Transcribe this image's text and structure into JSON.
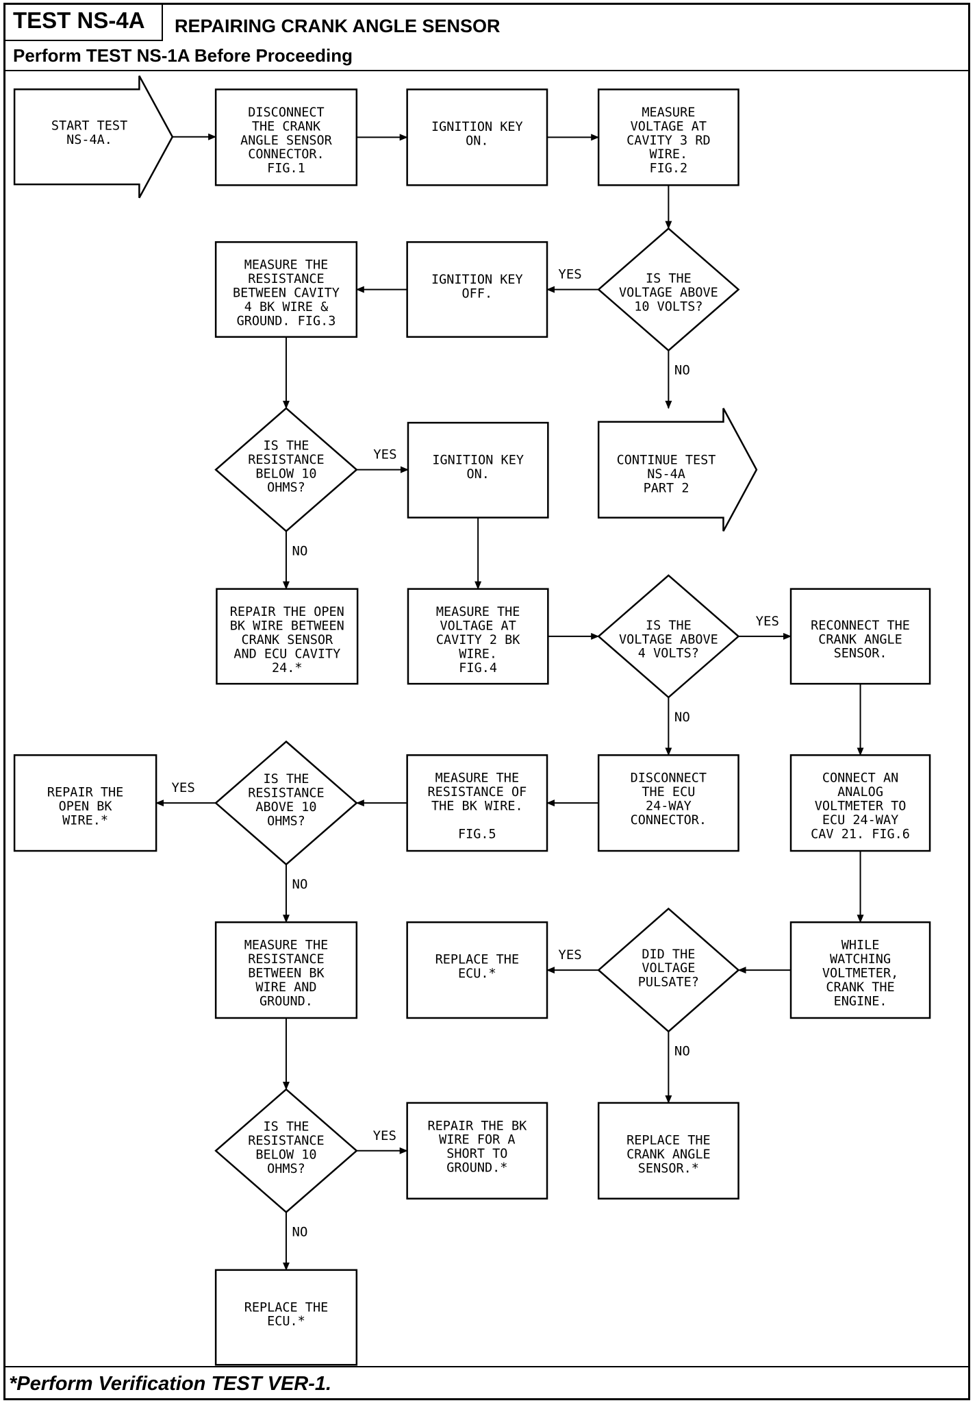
{
  "header": {
    "test_id": "TEST NS-4A",
    "title": "REPAIRING CRANK ANGLE SENSOR",
    "subtitle": "Perform TEST NS-1A Before Proceeding"
  },
  "footer": {
    "note": "*Perform Verification TEST VER-1."
  },
  "nodes": [
    {
      "id": "start",
      "shape": "arrow",
      "lines": [
        "START TEST",
        "NS-4A."
      ]
    },
    {
      "id": "disconnect-sensor",
      "shape": "box",
      "lines": [
        "DISCONNECT",
        "THE CRANK",
        "ANGLE SENSOR",
        "CONNECTOR.",
        "FIG.1"
      ]
    },
    {
      "id": "ign-on-1",
      "shape": "box",
      "lines": [
        "IGNITION KEY",
        "ON."
      ]
    },
    {
      "id": "measure-cav3",
      "shape": "box",
      "lines": [
        "MEASURE",
        "VOLTAGE AT",
        "CAVITY 3 RD",
        "WIRE.",
        "FIG.2"
      ]
    },
    {
      "id": "q-10v",
      "shape": "diamond",
      "lines": [
        "IS THE",
        "VOLTAGE ABOVE",
        "10 VOLTS?"
      ]
    },
    {
      "id": "ign-off",
      "shape": "box",
      "lines": [
        "IGNITION KEY",
        "OFF."
      ]
    },
    {
      "id": "measure-res-cav4",
      "shape": "box",
      "lines": [
        "MEASURE THE",
        "RESISTANCE",
        "BETWEEN CAVITY",
        "4 BK WIRE &",
        "GROUND. FIG.3"
      ]
    },
    {
      "id": "continue",
      "shape": "arrow",
      "lines": [
        "CONTINUE TEST",
        "NS-4A",
        "PART 2"
      ]
    },
    {
      "id": "q-res-1",
      "shape": "diamond",
      "lines": [
        "IS THE",
        "RESISTANCE",
        "BELOW 10",
        "OHMS?"
      ]
    },
    {
      "id": "ign-on-2",
      "shape": "box",
      "lines": [
        "IGNITION KEY",
        "ON."
      ]
    },
    {
      "id": "repair-open-1",
      "shape": "box",
      "lines": [
        "REPAIR THE OPEN",
        "BK WIRE BETWEEN",
        "CRANK SENSOR",
        "AND ECU CAVITY",
        "24.*"
      ]
    },
    {
      "id": "measure-cav2",
      "shape": "box",
      "lines": [
        "MEASURE THE",
        "VOLTAGE AT",
        "CAVITY 2 BK",
        "WIRE.",
        "FIG.4"
      ]
    },
    {
      "id": "q-4v",
      "shape": "diamond",
      "lines": [
        "IS THE",
        "VOLTAGE ABOVE",
        "4 VOLTS?"
      ]
    },
    {
      "id": "reconnect",
      "shape": "box",
      "lines": [
        "RECONNECT THE",
        "CRANK ANGLE",
        "SENSOR."
      ]
    },
    {
      "id": "repair-open-2",
      "shape": "box",
      "lines": [
        "REPAIR THE",
        "OPEN BK",
        "WIRE.*"
      ]
    },
    {
      "id": "q-res-above",
      "shape": "diamond",
      "lines": [
        "IS THE",
        "RESISTANCE",
        "ABOVE 10",
        "OHMS?"
      ]
    },
    {
      "id": "measure-bk-res",
      "shape": "box",
      "lines": [
        "MEASURE THE",
        "RESISTANCE OF",
        "THE BK WIRE.",
        "",
        "FIG.5"
      ]
    },
    {
      "id": "disconnect-ecu",
      "shape": "box",
      "lines": [
        "DISCONNECT",
        "THE ECU",
        "24-WAY",
        "CONNECTOR."
      ]
    },
    {
      "id": "connect-voltmeter",
      "shape": "box",
      "lines": [
        "CONNECT AN",
        "ANALOG",
        "VOLTMETER TO",
        "ECU 24-WAY",
        "CAV 21. FIG.6"
      ]
    },
    {
      "id": "measure-res-gnd",
      "shape": "box",
      "lines": [
        "MEASURE THE",
        "RESISTANCE",
        "BETWEEN BK",
        "WIRE AND",
        "GROUND."
      ]
    },
    {
      "id": "replace-ecu-1",
      "shape": "box",
      "lines": [
        "REPLACE THE",
        "ECU.*"
      ]
    },
    {
      "id": "q-pulsate",
      "shape": "diamond",
      "lines": [
        "DID THE",
        "VOLTAGE",
        "PULSATE?"
      ]
    },
    {
      "id": "crank-engine",
      "shape": "box",
      "lines": [
        "WHILE",
        "WATCHING",
        "VOLTMETER,",
        "CRANK THE",
        "ENGINE."
      ]
    },
    {
      "id": "q-res-2",
      "shape": "diamond",
      "lines": [
        "IS THE",
        "RESISTANCE",
        "BELOW 10",
        "OHMS?"
      ]
    },
    {
      "id": "repair-short",
      "shape": "box",
      "lines": [
        "REPAIR THE BK",
        "WIRE FOR A",
        "SHORT TO",
        "GROUND.*"
      ]
    },
    {
      "id": "replace-sensor",
      "shape": "box",
      "lines": [
        "REPLACE THE",
        "CRANK ANGLE",
        "SENSOR.*"
      ]
    },
    {
      "id": "replace-ecu-2",
      "shape": "box",
      "lines": [
        "REPLACE THE",
        "ECU.*"
      ]
    }
  ],
  "edges": [
    {
      "from": "start",
      "to": "disconnect-sensor",
      "label": ""
    },
    {
      "from": "disconnect-sensor",
      "to": "ign-on-1",
      "label": ""
    },
    {
      "from": "ign-on-1",
      "to": "measure-cav3",
      "label": ""
    },
    {
      "from": "measure-cav3",
      "to": "q-10v",
      "label": ""
    },
    {
      "from": "q-10v",
      "to": "ign-off",
      "label": "YES"
    },
    {
      "from": "q-10v",
      "to": "continue",
      "label": "NO"
    },
    {
      "from": "ign-off",
      "to": "measure-res-cav4",
      "label": ""
    },
    {
      "from": "measure-res-cav4",
      "to": "q-res-1",
      "label": ""
    },
    {
      "from": "q-res-1",
      "to": "ign-on-2",
      "label": "YES"
    },
    {
      "from": "q-res-1",
      "to": "repair-open-1",
      "label": "NO"
    },
    {
      "from": "ign-on-2",
      "to": "measure-cav2",
      "label": ""
    },
    {
      "from": "measure-cav2",
      "to": "q-4v",
      "label": ""
    },
    {
      "from": "q-4v",
      "to": "reconnect",
      "label": "YES"
    },
    {
      "from": "q-4v",
      "to": "disconnect-ecu",
      "label": "NO"
    },
    {
      "from": "disconnect-ecu",
      "to": "measure-bk-res",
      "label": ""
    },
    {
      "from": "measure-bk-res",
      "to": "q-res-above",
      "label": ""
    },
    {
      "from": "q-res-above",
      "to": "repair-open-2",
      "label": "YES"
    },
    {
      "from": "q-res-above",
      "to": "measure-res-gnd",
      "label": "NO"
    },
    {
      "from": "reconnect",
      "to": "connect-voltmeter",
      "label": ""
    },
    {
      "from": "connect-voltmeter",
      "to": "crank-engine",
      "label": ""
    },
    {
      "from": "crank-engine",
      "to": "q-pulsate",
      "label": ""
    },
    {
      "from": "q-pulsate",
      "to": "replace-ecu-1",
      "label": "YES"
    },
    {
      "from": "q-pulsate",
      "to": "replace-sensor",
      "label": "NO"
    },
    {
      "from": "measure-res-gnd",
      "to": "q-res-2",
      "label": ""
    },
    {
      "from": "q-res-2",
      "to": "repair-short",
      "label": "YES"
    },
    {
      "from": "q-res-2",
      "to": "replace-ecu-2",
      "label": "NO"
    }
  ]
}
